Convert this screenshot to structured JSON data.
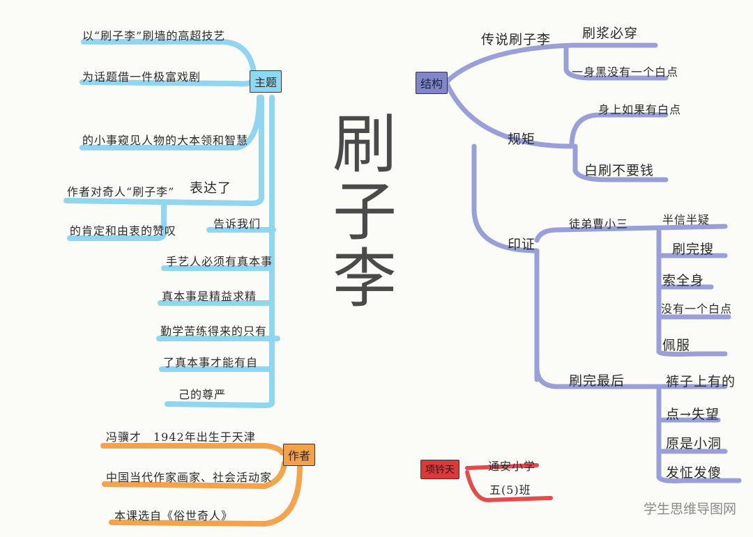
{
  "colors": {
    "theme_branch": "#7fd0ef",
    "structure_branch": "#8f97d6",
    "author_branch": "#f39a3a",
    "name_branch": "#e23a3a",
    "theme_box": "#8ed8f2",
    "structure_box": "#7f86c9",
    "author_box": "#f3a24a",
    "name_box": "#d93a3a"
  },
  "center": {
    "title": "俗世奇人·刷子李"
  },
  "theme": {
    "label": "主题",
    "lines": [
      "以“刷子李”刷墙的高超技艺",
      "为话题借一件极富戏剧",
      "的小事窥见人物的大本领和智慧",
      "作者对奇人“刷子李”",
      "表达了",
      "的肯定和由衷的赞叹",
      "告诉我们",
      "手艺人必须有真本事",
      "真本事是精益求精",
      "勤学苦练得来的只有",
      "了真本事才能有自",
      "己的尊严"
    ]
  },
  "structure": {
    "label": "结构",
    "legend": {
      "label": "传说刷子李",
      "items": [
        "刷浆必穿",
        "一身黑没有一个白点"
      ]
    },
    "rules": {
      "label": "规矩",
      "items": [
        "身上如果有白点",
        "白刷不要钱"
      ]
    },
    "proof": {
      "label": "印证",
      "apprentice": {
        "label": "徒弟曹小三",
        "items": [
          "半信半疑",
          "刷完搜",
          "索全身",
          "没有一个白点",
          "佩服"
        ]
      },
      "finally": {
        "label": "刷完最后",
        "items": [
          "裤子上有的",
          "点→失望",
          "原是小洞",
          "发怔发傻"
        ]
      }
    }
  },
  "author": {
    "label": "作者",
    "lines": [
      "冯骥才　1942年出生于天津",
      "中国当代作家画家、社会活动家",
      "本课选自《俗世奇人》"
    ]
  },
  "student": {
    "name": "项钤天",
    "school": "通安小学",
    "class": "五(5)班"
  },
  "watermark": "学生思维导图网"
}
